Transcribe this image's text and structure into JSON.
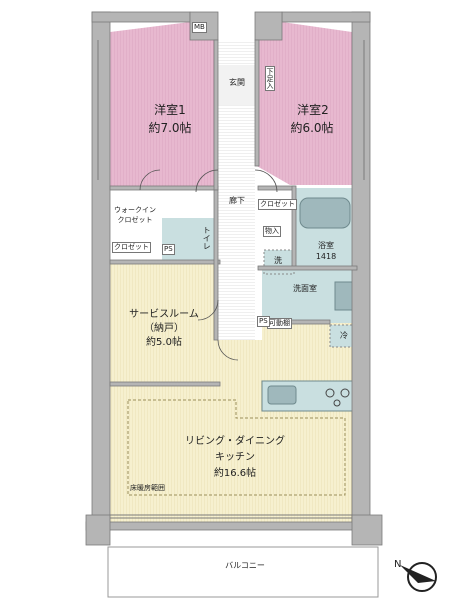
{
  "rooms": {
    "western1": {
      "name": "洋室1",
      "size": "約7.0帖"
    },
    "western2": {
      "name": "洋室2",
      "size": "約6.0帖"
    },
    "service": {
      "name": "サービスルーム",
      "sub": "（納戸）",
      "size": "約5.0帖"
    },
    "ldk": {
      "name": "リビング・ダイニング",
      "sub": "キッチン",
      "size": "約16.6帖"
    },
    "bath": {
      "name": "浴室",
      "size": "1418"
    },
    "washroom": {
      "name": "洗面室"
    },
    "toilet": {
      "name": "トイレ"
    },
    "corridor": {
      "name": "廊下"
    },
    "entrance": {
      "name": "玄関"
    },
    "balcony": {
      "name": "バルコニー"
    }
  },
  "labels": {
    "mb": "MB",
    "shoe_box": "下足入",
    "walkin_1": "ウォークイン",
    "walkin_2": "クロゼット",
    "closet_left": "クロゼット",
    "closet_right": "クロゼット",
    "storage": "物入",
    "washer": "洗",
    "fridge": "冷",
    "movable_shelf": "可動棚",
    "ps_left": "PS",
    "ps_right": "PS",
    "floor_heating": "床暖房範囲"
  },
  "colors": {
    "bedroom": "#e7b8cf",
    "ldk": "#f6f0cf",
    "wet": "#c9dfe0",
    "fixture": "#9fb8bc",
    "wall": "#b5b5b5",
    "corridor": "#ffffff"
  }
}
